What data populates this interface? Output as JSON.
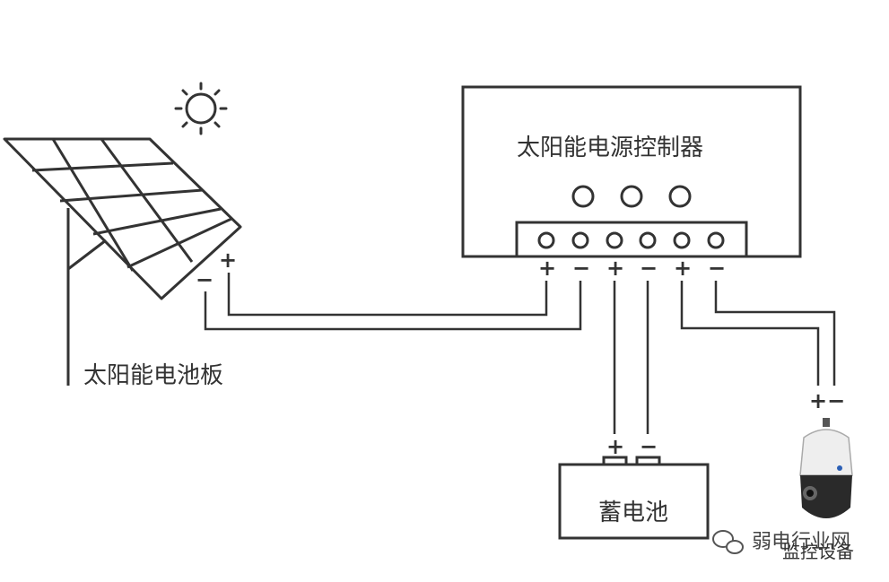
{
  "labels": {
    "controller": "太阳能电源控制器",
    "panel": "太阳能电池板",
    "battery": "蓄电池",
    "camera": "监控设备"
  },
  "signs": {
    "plus": "+",
    "minus": "−",
    "camera_pm": "+−"
  },
  "watermark": "弱电行业网",
  "icons": [
    "sun-icon",
    "wechat-icon",
    "ptz-camera-icon"
  ]
}
